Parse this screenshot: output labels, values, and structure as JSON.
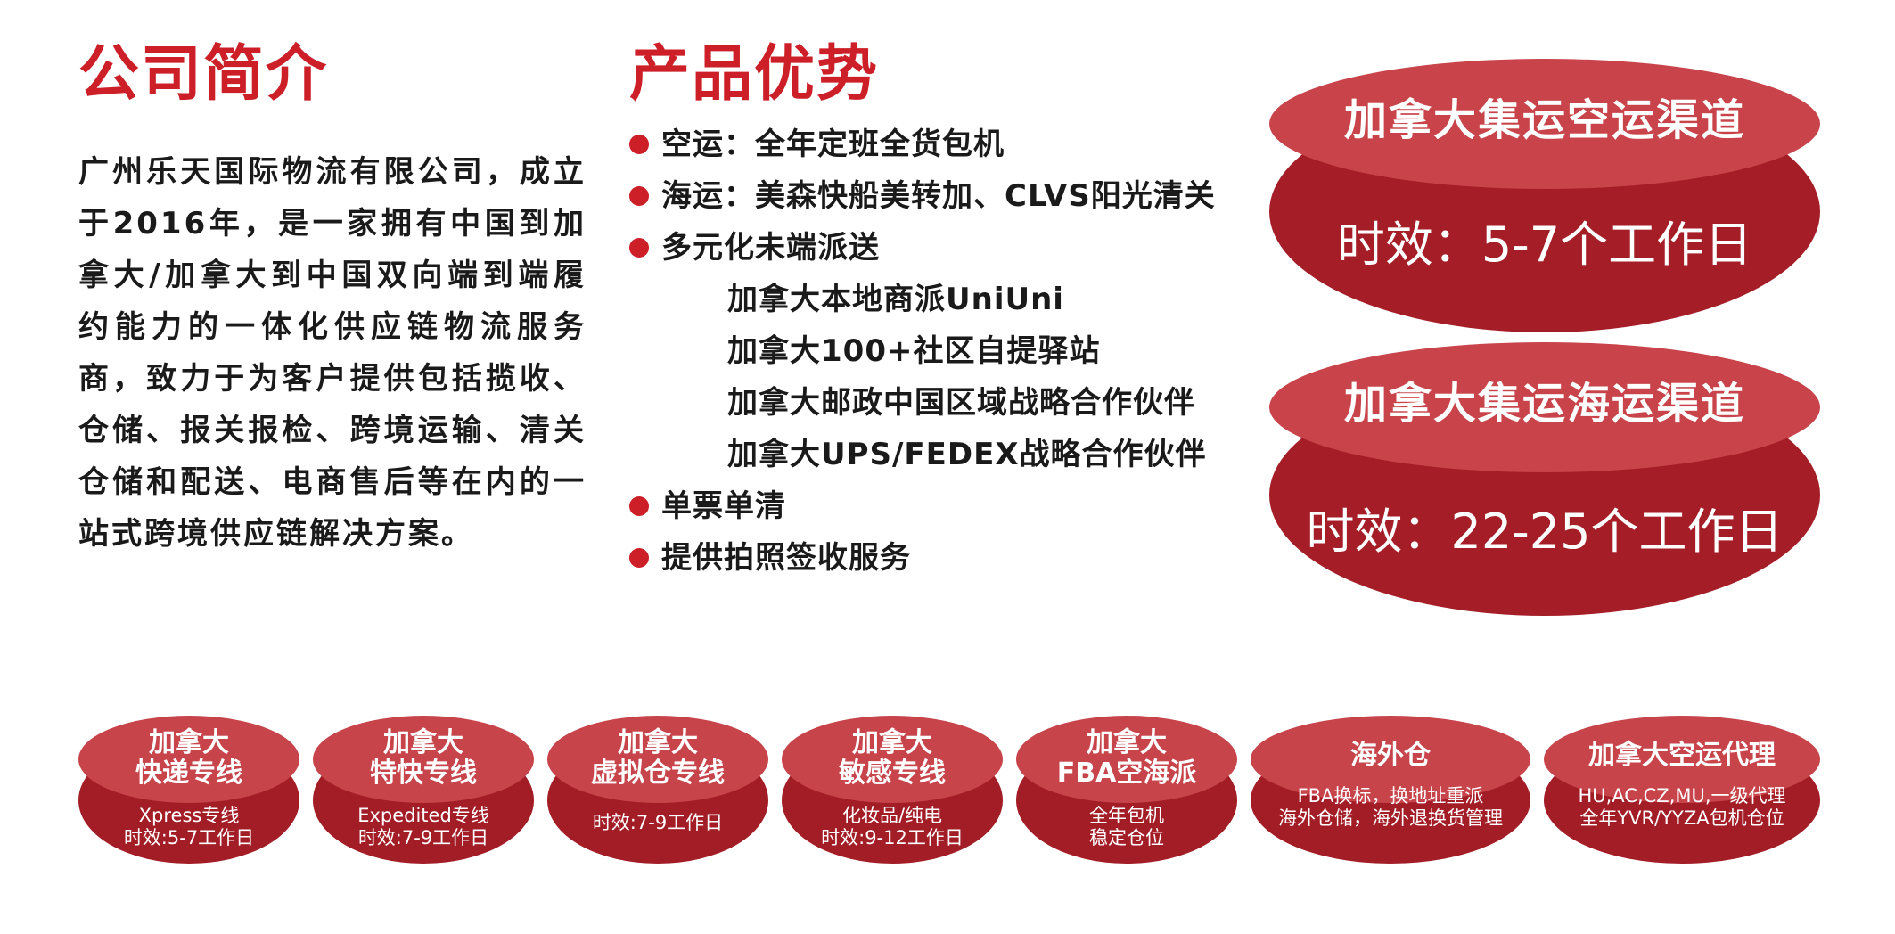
{
  "intro": {
    "heading": "公司简介",
    "text": "广州乐天国际物流有限公司，成立于2016年，是一家拥有中国到加拿大/加拿大到中国双向端到端履约能力的一体化供应链物流服务商，致力于为客户提供包括揽收、仓储、报关报检、跨境运输、清关仓储和配送、电商售后等在内的一站式跨境供应链解决方案。"
  },
  "advantages": {
    "heading": "产品优势",
    "items": [
      {
        "text": "空运：全年定班全货包机",
        "type": "bullet"
      },
      {
        "text": "海运：美森快船美转加、CLVS阳光清关",
        "type": "bullet"
      },
      {
        "text": "多元化未端派送",
        "type": "bullet"
      },
      {
        "text": "加拿大本地商派UniUni",
        "type": "sub"
      },
      {
        "text": "加拿大100+社区自提驿站",
        "type": "sub"
      },
      {
        "text": "加拿大邮政中国区域战略合作伙伴",
        "type": "sub"
      },
      {
        "text": "加拿大UPS/FEDEX战略合作伙伴",
        "type": "sub"
      },
      {
        "text": "单票单清",
        "type": "bullet"
      },
      {
        "text": "提供拍照签收服务",
        "type": "bullet"
      }
    ]
  },
  "channels": [
    {
      "title": "加拿大集运空运渠道",
      "time": "时效：5-7个工作日"
    },
    {
      "title": "加拿大集运海运渠道",
      "time": "时效：22-25个工作日"
    }
  ],
  "services": [
    {
      "title": "加拿大\n快递专线",
      "desc": "Xpress专线\n时效:5-7工作日"
    },
    {
      "title": "加拿大\n特快专线",
      "desc": "Expedited专线\n时效:7-9工作日"
    },
    {
      "title": "加拿大\n虚拟仓专线",
      "desc": "时效:7-9工作日"
    },
    {
      "title": "加拿大\n敏感专线",
      "desc": "化妆品/纯电\n时效:9-12工作日"
    },
    {
      "title": "加拿大\nFBA空海派",
      "desc": "全年包机\n稳定仓位"
    },
    {
      "title": "海外仓",
      "desc": "FBA换标，换地址重派\n海外仓储，海外退换货管理"
    },
    {
      "title": "加拿大空运代理",
      "desc": "HU,AC,CZ,MU,一级代理\n全年YVR/YYZA包机仓位"
    }
  ],
  "colors": {
    "accent": "#cc1f28",
    "cylinder_top": "#c8434a",
    "cylinder_body": "#a51e27"
  }
}
